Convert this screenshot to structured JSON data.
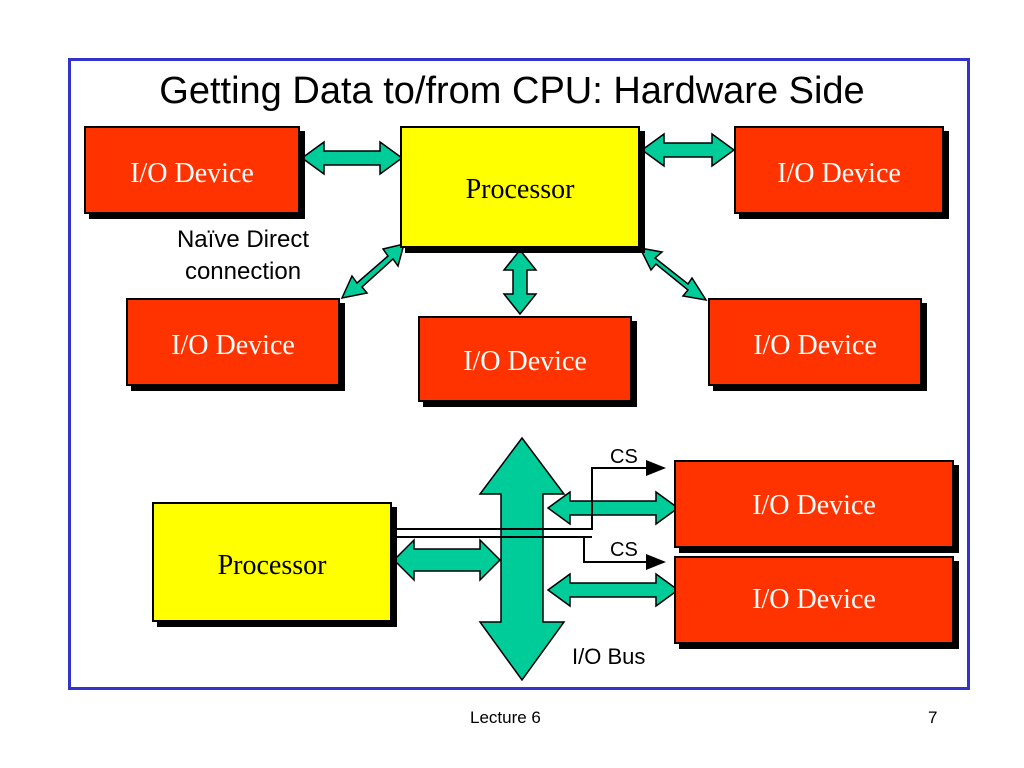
{
  "title": "Getting Data to/from CPU: Hardware Side",
  "top_diagram": {
    "processor": "Processor",
    "devices": [
      "I/O Device",
      "I/O Device",
      "I/O Device",
      "I/O Device",
      "I/O Device"
    ],
    "annotation_line1": "Naïve Direct",
    "annotation_line2": "connection"
  },
  "bottom_diagram": {
    "processor": "Processor",
    "devices": [
      "I/O Device",
      "I/O Device"
    ],
    "cs_label_1": "CS",
    "cs_label_2": "CS",
    "bus_label": "I/O Bus"
  },
  "footer": {
    "center": "Lecture 6",
    "page_number": "7"
  },
  "colors": {
    "frame": "#3333cc",
    "io_device": "#ff3300",
    "processor": "#ffff00",
    "arrow": "#00cc99"
  }
}
